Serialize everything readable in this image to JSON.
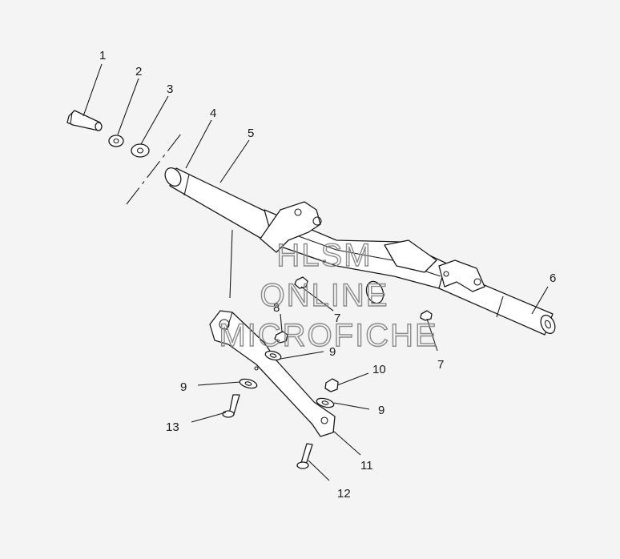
{
  "watermark": {
    "line1": "HLSM",
    "line2": "ONLINE",
    "line3": "MICROFICHE"
  },
  "callouts": {
    "c1": "1",
    "c2": "2",
    "c3": "3",
    "c4": "4",
    "c5": "5",
    "c6": "6",
    "c7a": "7",
    "c7b": "7",
    "c8": "8",
    "c9a": "9",
    "c9b": "9",
    "c9c": "9",
    "c10": "10",
    "c11": "11",
    "c12": "12",
    "c13": "13"
  },
  "colors": {
    "line": "#1a1a1a",
    "background": "#f4f4f4",
    "watermark": "#8a8a8a"
  }
}
